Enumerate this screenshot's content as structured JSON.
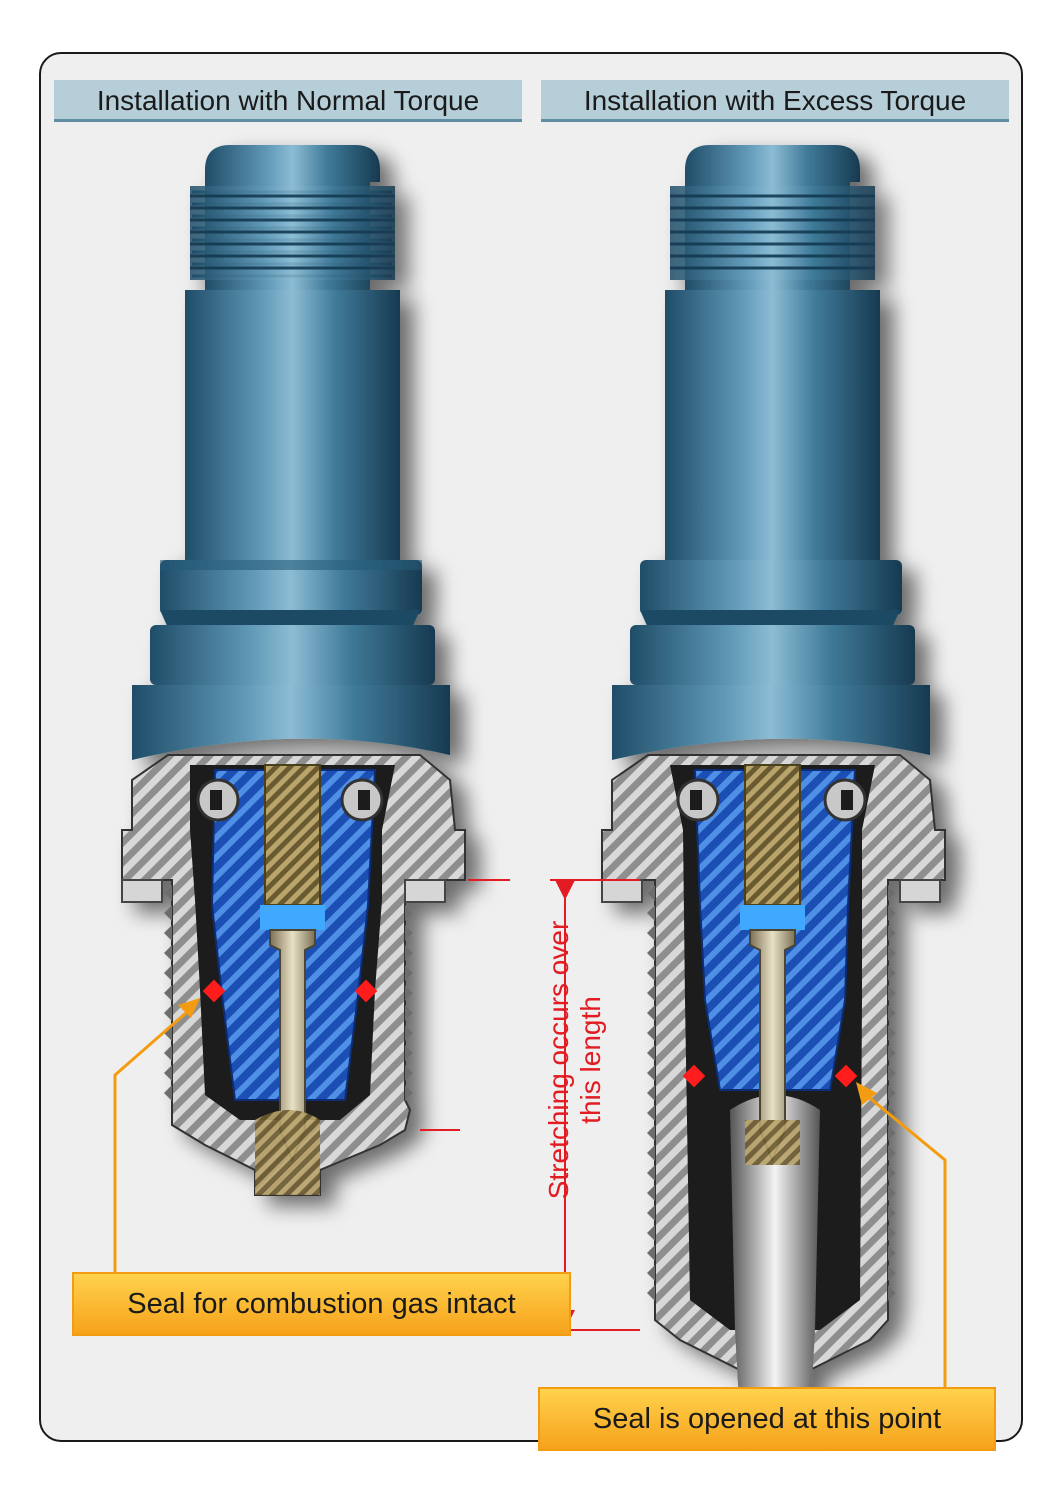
{
  "headers": {
    "normal": "Installation with Normal Torque",
    "excess": "Installation with Excess Torque"
  },
  "callouts": {
    "intact": "Seal for combustion gas intact",
    "opened": "Seal is opened at this point"
  },
  "stretch_label": {
    "line1": "Stretching occurs over",
    "line2": "this length"
  },
  "colors": {
    "body_blue": "#2f6f8f",
    "insulator_blue": "#1f5fcf",
    "shell_gray": "#9a9a9a",
    "seal_red": "#ff1a1a",
    "leader_orange": "#f39c12",
    "stretch_red": "#e31b23",
    "header_bg": "#b6ced8",
    "callout_fill": "#ffc233"
  },
  "icons": {
    "seal_marker": "red-diamond",
    "leader_arrow": "orange-arrowhead"
  }
}
